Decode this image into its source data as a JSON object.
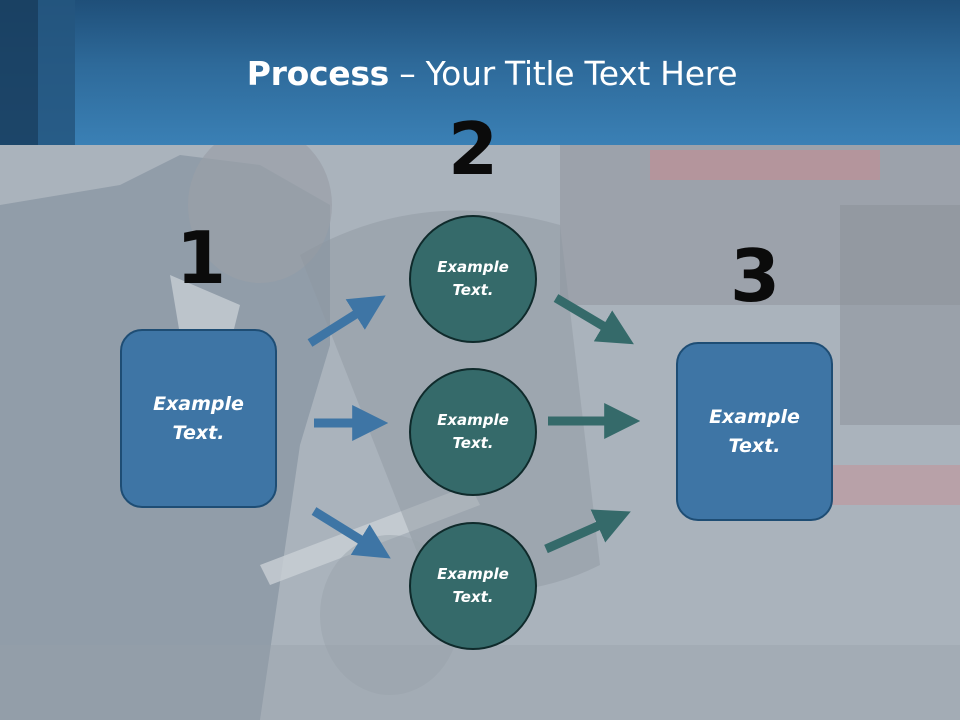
{
  "slide": {
    "title_bold": "Process",
    "title_rest": " – Your Title Text Here",
    "steps": [
      "1",
      "2",
      "3"
    ],
    "box_left": {
      "line1": "Example",
      "line2": "Text."
    },
    "box_right": {
      "line1": "Example",
      "line2": "Text."
    },
    "circles": [
      {
        "line1": "Example",
        "line2": "Text."
      },
      {
        "line1": "Example",
        "line2": "Text."
      },
      {
        "line1": "Example",
        "line2": "Text."
      }
    ]
  },
  "colors": {
    "header": "#2e6a9a",
    "box_fill": "#3e75a5",
    "circle_fill": "#356a6a",
    "arrow_blue": "#3e75a5",
    "arrow_teal": "#356a6a"
  },
  "icons": {
    "arrows": [
      "arrow-up-right-icon",
      "arrow-right-icon",
      "arrow-down-right-icon"
    ]
  }
}
